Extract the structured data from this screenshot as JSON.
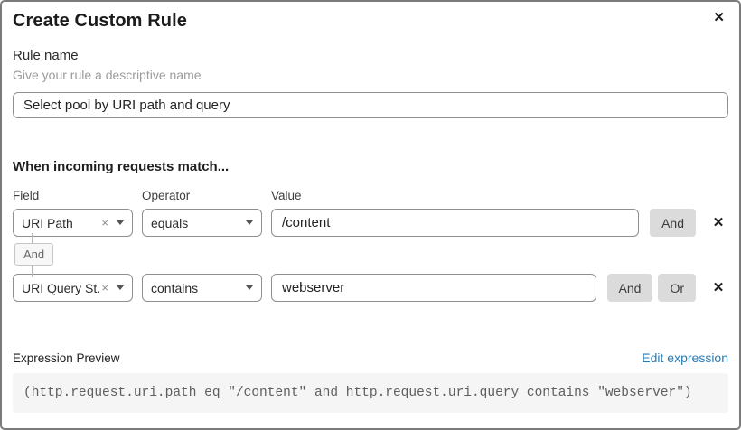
{
  "dialog": {
    "title": "Create Custom Rule"
  },
  "icons": {
    "close": "✕",
    "clear": "×",
    "remove": "✕"
  },
  "rule_name": {
    "label": "Rule name",
    "helper": "Give your rule a descriptive name",
    "value": "Select pool by URI path and query"
  },
  "match": {
    "heading": "When incoming requests match...",
    "columns": {
      "field": "Field",
      "operator": "Operator",
      "value": "Value"
    },
    "connector_label": "And",
    "rows": [
      {
        "field": "URI Path",
        "operator": "equals",
        "value": "/content",
        "and_label": "And"
      },
      {
        "field": "URI Query St...",
        "operator": "contains",
        "value": "webserver",
        "and_label": "And",
        "or_label": "Or"
      }
    ]
  },
  "expression": {
    "label": "Expression Preview",
    "edit_link": "Edit expression",
    "code": "(http.request.uri.path eq \"/content\" and http.request.uri.query contains \"webserver\")"
  },
  "colors": {
    "link": "#2b7bb3",
    "button_bg": "#dbdbdb",
    "input_border": "#8f8f8f"
  }
}
